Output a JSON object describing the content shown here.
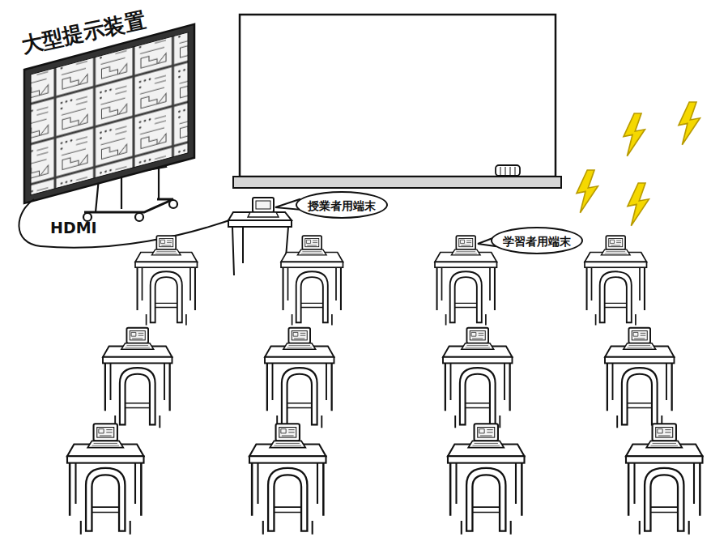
{
  "diagram": {
    "nodes": [
      {
        "text": [
          "授業者用端末"
        ]
      },
      {
        "text": [
          "学習者用端末"
        ]
      }
    ],
    "labels": [
      "大型提示装置",
      "HDMI"
    ]
  }
}
